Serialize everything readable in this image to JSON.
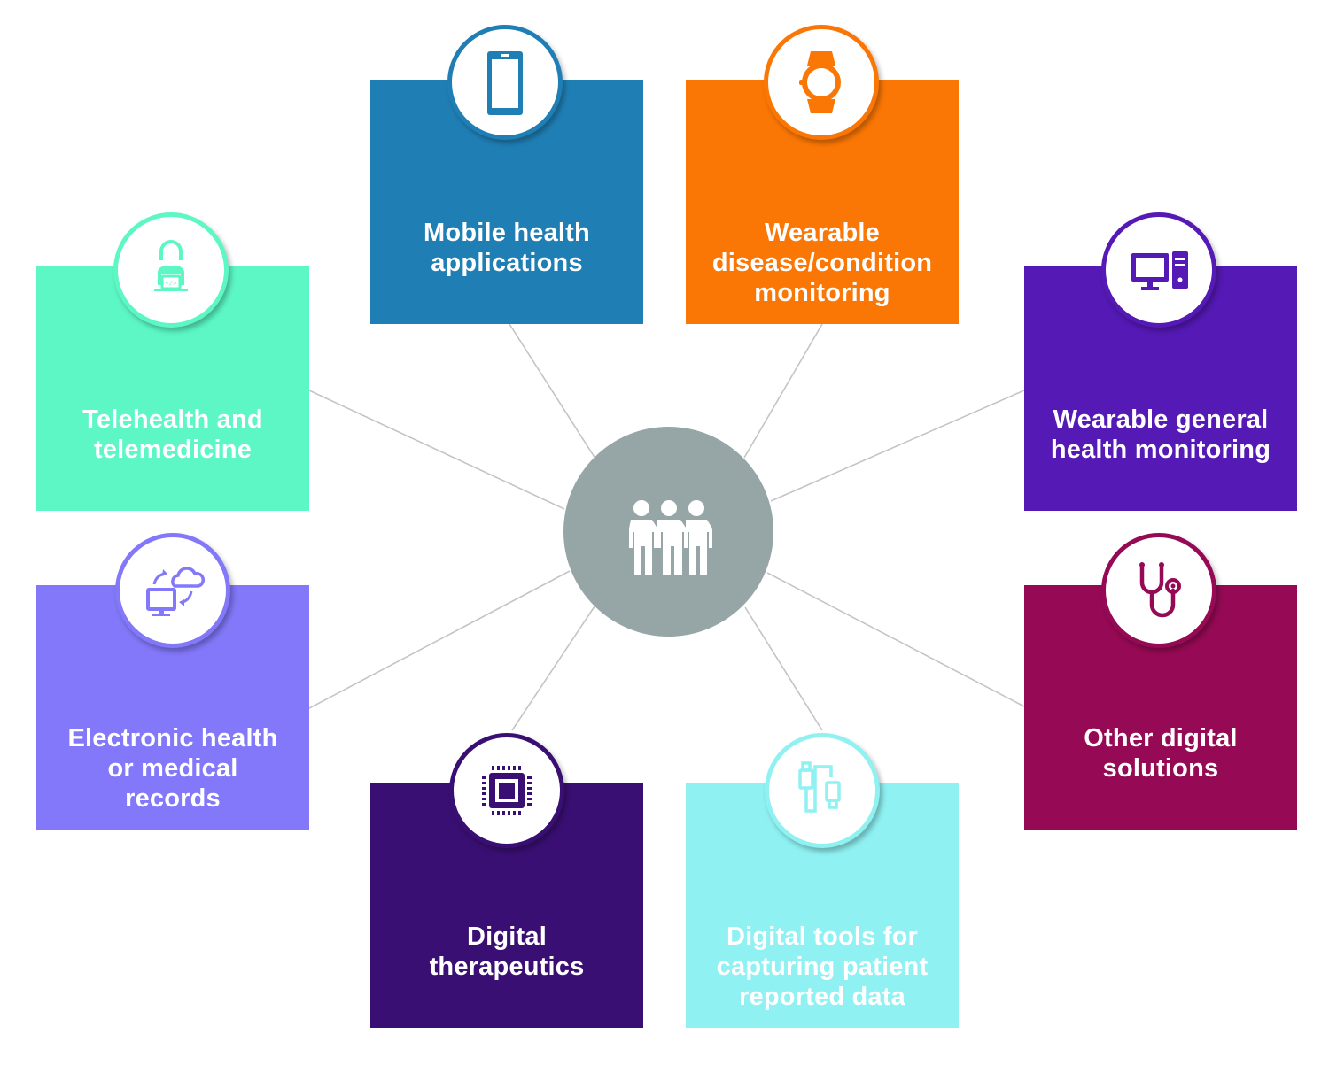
{
  "diagram": {
    "type": "hub-and-spoke",
    "center": {
      "icon": "people-group-icon",
      "color": "#96a6a6"
    },
    "connector_color": "#c4c4c4",
    "categories": [
      {
        "id": "mobile",
        "label_lines": [
          "Mobile health",
          "applications"
        ],
        "icon": "smartphone-icon",
        "color": "#1f7fb5"
      },
      {
        "id": "wearable-disease",
        "label_lines": [
          "Wearable",
          "disease/condition",
          "monitoring"
        ],
        "icon": "smartwatch-icon",
        "color": "#fb7705"
      },
      {
        "id": "wearable-general",
        "label_lines": [
          "Wearable general",
          "health monitoring"
        ],
        "icon": "desktop-computer-icon",
        "color": "#5519b5"
      },
      {
        "id": "other",
        "label_lines": [
          "Other digital",
          "solutions"
        ],
        "icon": "stethoscope-icon",
        "color": "#960a55"
      },
      {
        "id": "digital-tools",
        "label_lines": [
          "Digital tools for",
          "capturing patient",
          "reported data"
        ],
        "icon": "usb-cable-icon",
        "color": "#8ff1f2"
      },
      {
        "id": "digital-therapeutics",
        "label_lines": [
          "Digital",
          "therapeutics"
        ],
        "icon": "microchip-icon",
        "color": "#3a0f73"
      },
      {
        "id": "ehr",
        "label_lines": [
          "Electronic health",
          "or medical",
          "records"
        ],
        "icon": "cloud-sync-computer-icon",
        "color": "#8278f9"
      },
      {
        "id": "telehealth",
        "label_lines": [
          "Telehealth and",
          "telemedicine"
        ],
        "icon": "person-laptop-code-icon",
        "color": "#5cf7c4"
      }
    ]
  }
}
